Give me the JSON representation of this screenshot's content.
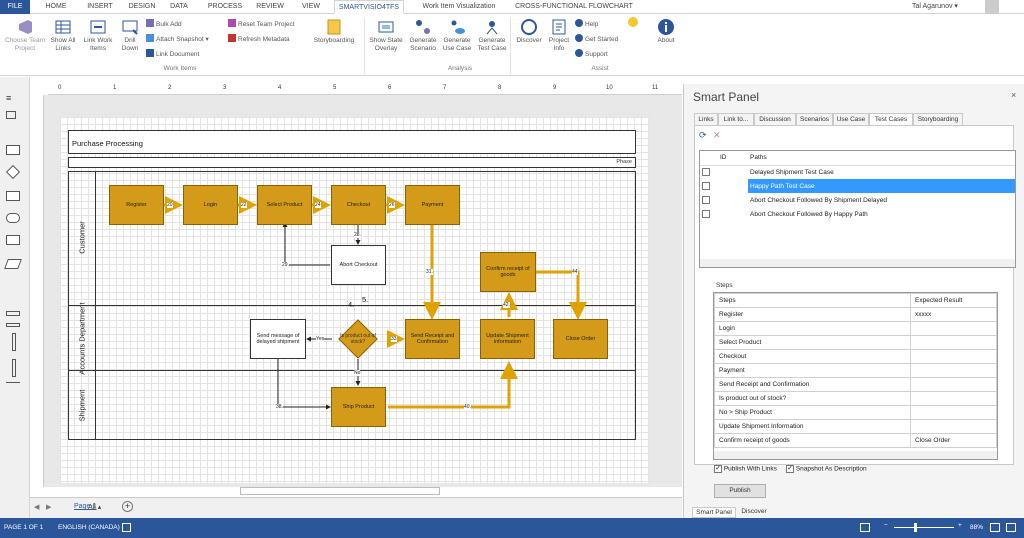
{
  "tabs": {
    "file": "FILE",
    "home": "HOME",
    "insert": "INSERT",
    "design": "DESIGN",
    "data": "DATA",
    "process": "PROCESS",
    "review": "REVIEW",
    "view": "VIEW",
    "smartvisio": "SMARTVISIO4TFS",
    "wiv": "Work Item Visualization",
    "cff": "CROSS-FUNCTIONAL FLOWCHART"
  },
  "user": {
    "name": "Tal Agarunov"
  },
  "ribbon": {
    "choose": "Choose Team Project",
    "show_links": "Show All Links",
    "link_work": "Link Work Items",
    "drill": "Drill Down",
    "bulk_add": "Bulk Add",
    "attach_snapshot": "Attach Snapshot",
    "link_document": "Link Document",
    "reset_tp": "Reset Team Project",
    "refresh_meta": "Refresh Metadata",
    "storyboarding": "Storyboarding",
    "show_state": "Show State Overlay",
    "gen_scenario": "Generate Scenario",
    "gen_usecase": "Generate Use Case",
    "gen_testcase": "Generate Test Case",
    "discover": "Discover",
    "project_info": "Project Info",
    "help": "Help",
    "get_started": "Get Started",
    "support": "Support",
    "about": "About",
    "grp_workitems": "Work Items",
    "grp_analysis": "Analysis",
    "grp_assist": "Assist"
  },
  "ruler": {
    "marks": [
      "0",
      "1",
      "2",
      "3",
      "4",
      "5",
      "6",
      "7",
      "8",
      "9",
      "10",
      "11"
    ]
  },
  "diagram": {
    "title": "Purchase Processing",
    "phase": "Phase",
    "lanes": [
      "Customer",
      "Accounts Department",
      "Shipment"
    ],
    "shapes": {
      "register": "Register",
      "login": "Login",
      "select_product": "Select Product",
      "checkout": "Checkout",
      "payment": "Payment",
      "abort_checkout": "Abort Checkout",
      "confirm_receipt": "Confirm receipt of goods",
      "send_message": "Send message of delayed shipment",
      "in_stock": "Is product out of stock?",
      "send_receipt": "Send Receipt and Confirmation",
      "update_ship": "Update Shipment information",
      "close_order": "Close Order",
      "ship_product": "Ship Product"
    },
    "labels": {
      "l20": "20",
      "l22": "22",
      "l24": "24",
      "l26": "26",
      "l28": "28.",
      "l29": "29.",
      "l31": "31.",
      "l42": "42.",
      "l44": "44",
      "l33": "33",
      "l38": "38.",
      "l40": "40.",
      "yes": "Yes",
      "no": "No",
      "five": "5.",
      "four": "4."
    }
  },
  "pagebar": {
    "page": "Page-1",
    "all": "All ▴"
  },
  "status": {
    "page": "PAGE 1 OF 1",
    "lang": "ENGLISH (CANADA)",
    "zoom": "88%"
  },
  "panel": {
    "title": "Smart Panel",
    "tabs": [
      "Links",
      "Link to...",
      "Discussion",
      "Scenarios",
      "Use Case",
      "Test Cases",
      "Storyboarding"
    ],
    "col_id": "ID",
    "col_paths": "Paths",
    "paths": [
      "Delayed Shipment Test Case",
      "Happy Path Test Case",
      "Abort Checkout Followed By Shipment Delayed",
      "Abort Checkout Followed By Happy Path"
    ],
    "steps_label": "Steps",
    "col_steps": "Steps",
    "col_expected": "Expected Result",
    "steps": [
      {
        "s": "Register",
        "e": "xxxxx"
      },
      {
        "s": "Login",
        "e": ""
      },
      {
        "s": "Select Product",
        "e": ""
      },
      {
        "s": "Checkout",
        "e": ""
      },
      {
        "s": "Payment",
        "e": ""
      },
      {
        "s": "Send Receipt and Confirmation",
        "e": ""
      },
      {
        "s": "Is product out of stock?",
        "e": ""
      },
      {
        "s": "No > Ship Product",
        "e": ""
      },
      {
        "s": "Update Shipment Information",
        "e": ""
      },
      {
        "s": "Confirm receipt of goods",
        "e": "Close Order"
      }
    ],
    "publish_links": "Publish With Links",
    "snapshot_desc": "Snapshot As Description",
    "publish": "Publish",
    "bottom_tabs": [
      "Smart Panel",
      "Discover"
    ]
  },
  "colors": {
    "accent": "#2b579a",
    "shape": "#d49b1a",
    "flow": "#e0a200",
    "selected": "#3399ff"
  }
}
